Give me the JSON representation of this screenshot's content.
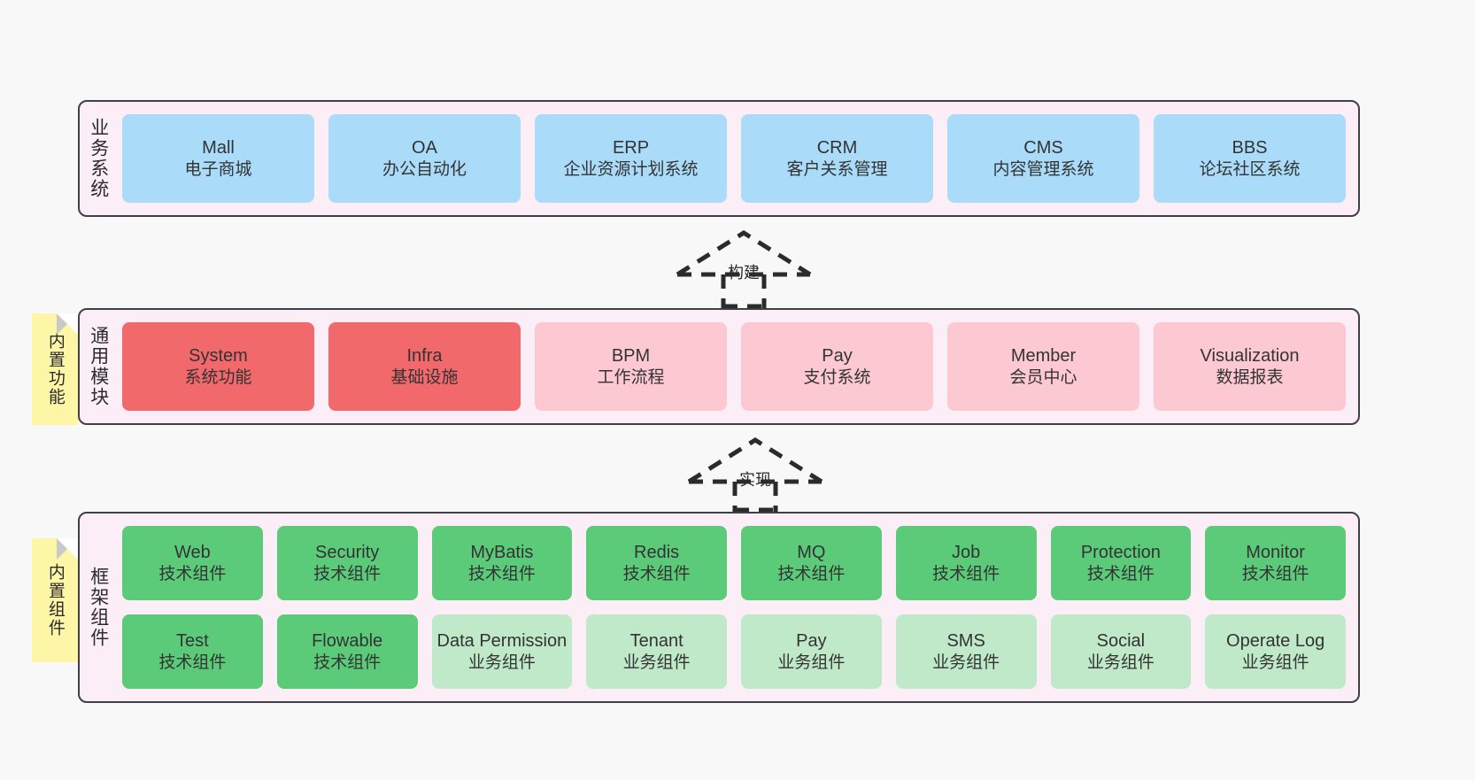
{
  "diagram": {
    "background": "#f8f8f8",
    "band_fill": "#fbeef6",
    "band_border": "#3f3f46",
    "note_fill": "#fdf6a7"
  },
  "bands": [
    {
      "id": "business",
      "title": "业务系统",
      "color": "#aadcfa",
      "rows": [
        [
          {
            "name": "Mall",
            "desc": "电子商城"
          },
          {
            "name": "OA",
            "desc": "办公自动化"
          },
          {
            "name": "ERP",
            "desc": "企业资源计划系统"
          },
          {
            "name": "CRM",
            "desc": "客户关系管理"
          },
          {
            "name": "CMS",
            "desc": "内容管理系统"
          },
          {
            "name": "BBS",
            "desc": "论坛社区系统"
          }
        ]
      ]
    },
    {
      "id": "modules",
      "title": "通用模块",
      "rows": [
        [
          {
            "name": "System",
            "desc": "系统功能",
            "color": "#f2696c"
          },
          {
            "name": "Infra",
            "desc": "基础设施",
            "color": "#f2696c"
          },
          {
            "name": "BPM",
            "desc": "工作流程",
            "color": "#fcc9d2"
          },
          {
            "name": "Pay",
            "desc": "支付系统",
            "color": "#fcc9d2"
          },
          {
            "name": "Member",
            "desc": "会员中心",
            "color": "#fcc9d2"
          },
          {
            "name": "Visualization",
            "desc": "数据报表",
            "color": "#fcc9d2"
          }
        ]
      ]
    },
    {
      "id": "framework",
      "title": "框架组件",
      "rows": [
        [
          {
            "name": "Web",
            "desc": "技术组件",
            "color": "#5bcb79"
          },
          {
            "name": "Security",
            "desc": "技术组件",
            "color": "#5bcb79"
          },
          {
            "name": "MyBatis",
            "desc": "技术组件",
            "color": "#5bcb79"
          },
          {
            "name": "Redis",
            "desc": "技术组件",
            "color": "#5bcb79"
          },
          {
            "name": "MQ",
            "desc": "技术组件",
            "color": "#5bcb79"
          },
          {
            "name": "Job",
            "desc": "技术组件",
            "color": "#5bcb79"
          },
          {
            "name": "Protection",
            "desc": "技术组件",
            "color": "#5bcb79"
          },
          {
            "name": "Monitor",
            "desc": "技术组件",
            "color": "#5bcb79"
          }
        ],
        [
          {
            "name": "Test",
            "desc": "技术组件",
            "color": "#5bcb79"
          },
          {
            "name": "Flowable",
            "desc": "技术组件",
            "color": "#5bcb79"
          },
          {
            "name": "Data Permission",
            "desc": "业务组件",
            "color": "#bfe9c8"
          },
          {
            "name": "Tenant",
            "desc": "业务组件",
            "color": "#bfe9c8"
          },
          {
            "name": "Pay",
            "desc": "业务组件",
            "color": "#bfe9c8"
          },
          {
            "name": "SMS",
            "desc": "业务组件",
            "color": "#bfe9c8"
          },
          {
            "name": "Social",
            "desc": "业务组件",
            "color": "#bfe9c8"
          },
          {
            "name": "Operate Log",
            "desc": "业务组件",
            "color": "#bfe9c8"
          }
        ]
      ]
    }
  ],
  "notes": [
    {
      "id": "functions",
      "text": "内置功能"
    },
    {
      "id": "components",
      "text": "内置组件"
    }
  ],
  "arrows": [
    {
      "id": "build",
      "label": "构建"
    },
    {
      "id": "impl",
      "label": "实现"
    }
  ]
}
